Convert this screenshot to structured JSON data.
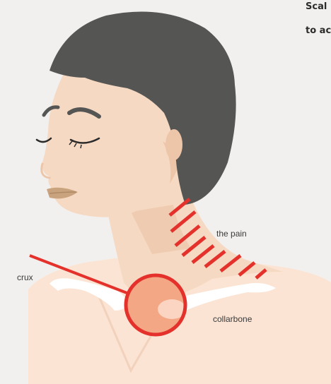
{
  "heading": {
    "line1": "Scal",
    "line2": "to ac"
  },
  "labels": {
    "pain": "the pain",
    "crux": "crux",
    "collarbone": "collarbone"
  },
  "colors": {
    "background": "#f2f0ee",
    "skin": "#f6d9c3",
    "skin_shadow": "#edc6a9",
    "torso": "#fbe4d3",
    "hair": "#555554",
    "accent_red": "#e4312b",
    "highlight_circle_fill": "#f3a784",
    "bone": "#ffffff"
  }
}
